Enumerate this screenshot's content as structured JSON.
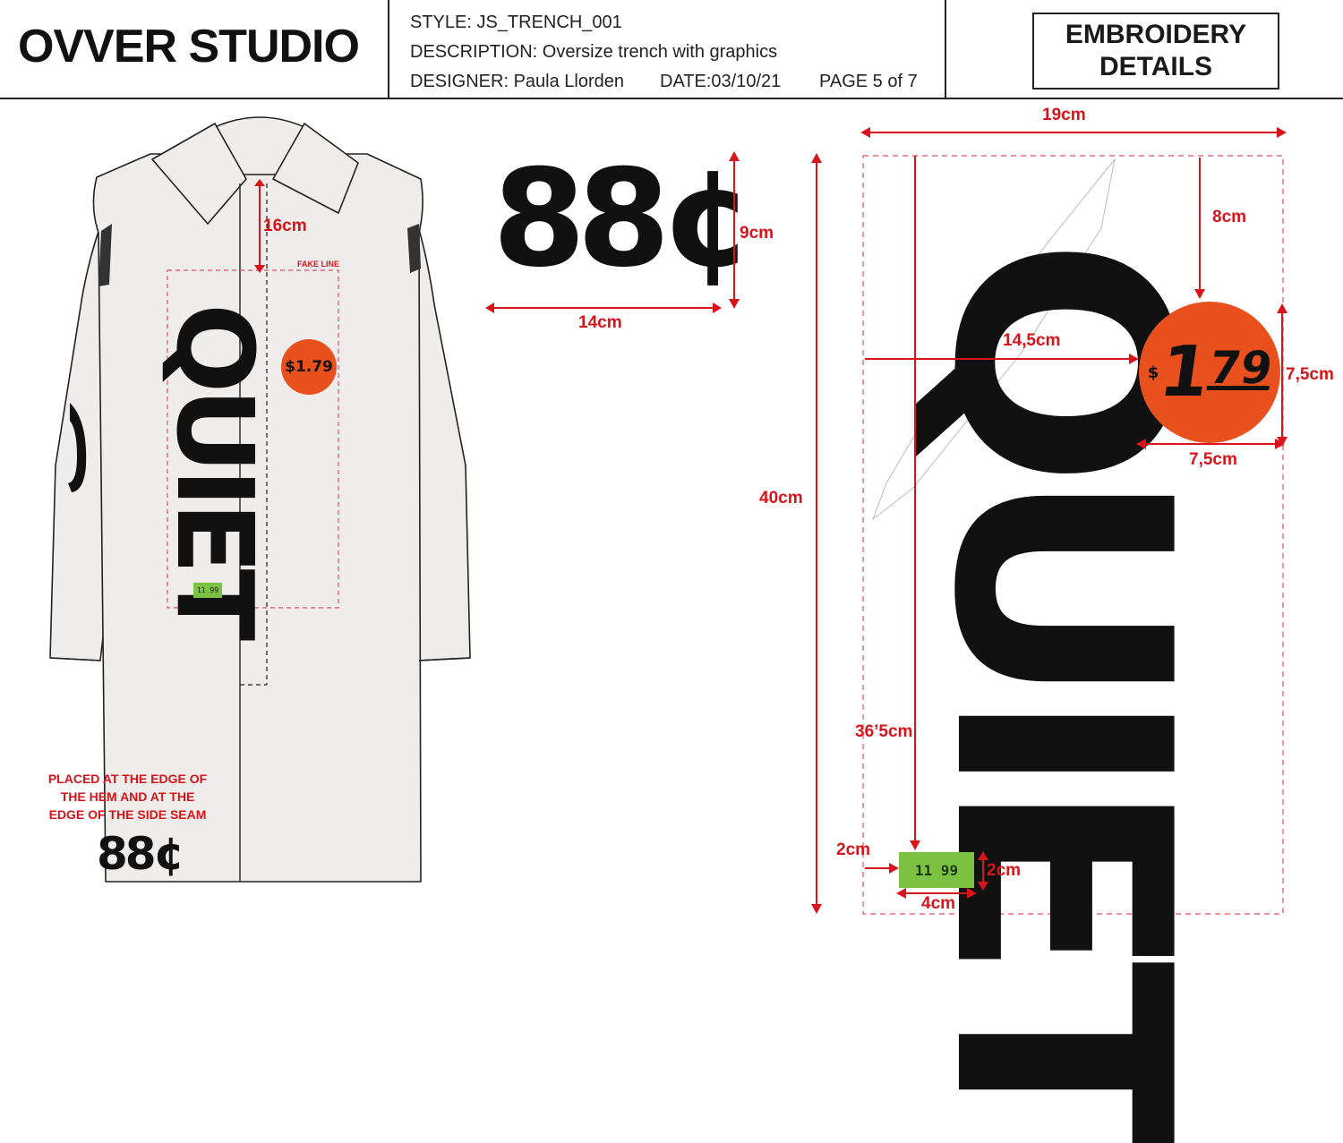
{
  "header": {
    "brand": "OVVER STUDIO",
    "style": "STYLE: JS_TRENCH_001",
    "description": "DESCRIPTION: Oversize trench with graphics",
    "designer": "DESIGNER: Paula Llorden",
    "date": "DATE:03/10/21",
    "page": "PAGE 5 of 7",
    "section_title_line1": "EMBROIDERY",
    "section_title_line2": "DETAILS"
  },
  "coat": {
    "front_placement_label": "16cm",
    "fake_line_label": "FAKE LINE",
    "hem_note": "PLACED AT THE EDGE OF THE HEM AND AT THE EDGE OF THE SIDE SEAM",
    "hem_note_l1": "PLACED AT THE EDGE OF",
    "hem_note_l2": "THE HEM AND AT THE",
    "hem_note_l3": "EDGE OF THE SIDE SEAM"
  },
  "graphics": {
    "cents_text": "88¢",
    "cents_height": "9cm",
    "cents_width": "14cm",
    "quiet_text": "QUIET",
    "price_text": "$1.79",
    "price_dollar": "$",
    "price_one": "1",
    "price_cents": "79",
    "tag_text": "11 99",
    "quiet_width": "19cm",
    "quiet_height": "40cm",
    "price_top_offset": "8cm",
    "price_left_offset": "14,5cm",
    "price_height": "7,5cm",
    "price_width": "7,5cm",
    "tag_top_offset": "36’5cm",
    "tag_left_offset": "2cm",
    "tag_height": "2cm",
    "tag_width": "4cm"
  },
  "colors": {
    "dimension_red": "#d8141b",
    "price_sticker_orange": "#e8501e",
    "tag_green": "#7cc242",
    "coat_fill": "#eeedeb"
  }
}
